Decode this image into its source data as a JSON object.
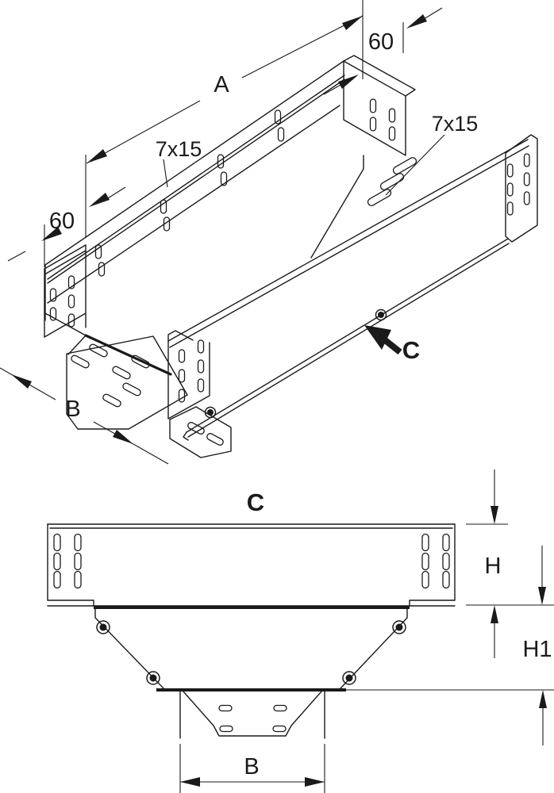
{
  "colors": {
    "ink": "#1a1a1a",
    "background": "#ffffff"
  },
  "isometric_view": {
    "dim_length_label": "A",
    "dim_end_offset_top": "60",
    "dim_end_offset_left": "60",
    "dim_branch_width": "B",
    "perforation_note_left": "7x15",
    "perforation_note_right": "7x15",
    "section_cut_label": "C"
  },
  "section_view": {
    "title": "C",
    "dim_height": "H",
    "dim_drop_height": "H1",
    "dim_outlet_width": "B"
  }
}
